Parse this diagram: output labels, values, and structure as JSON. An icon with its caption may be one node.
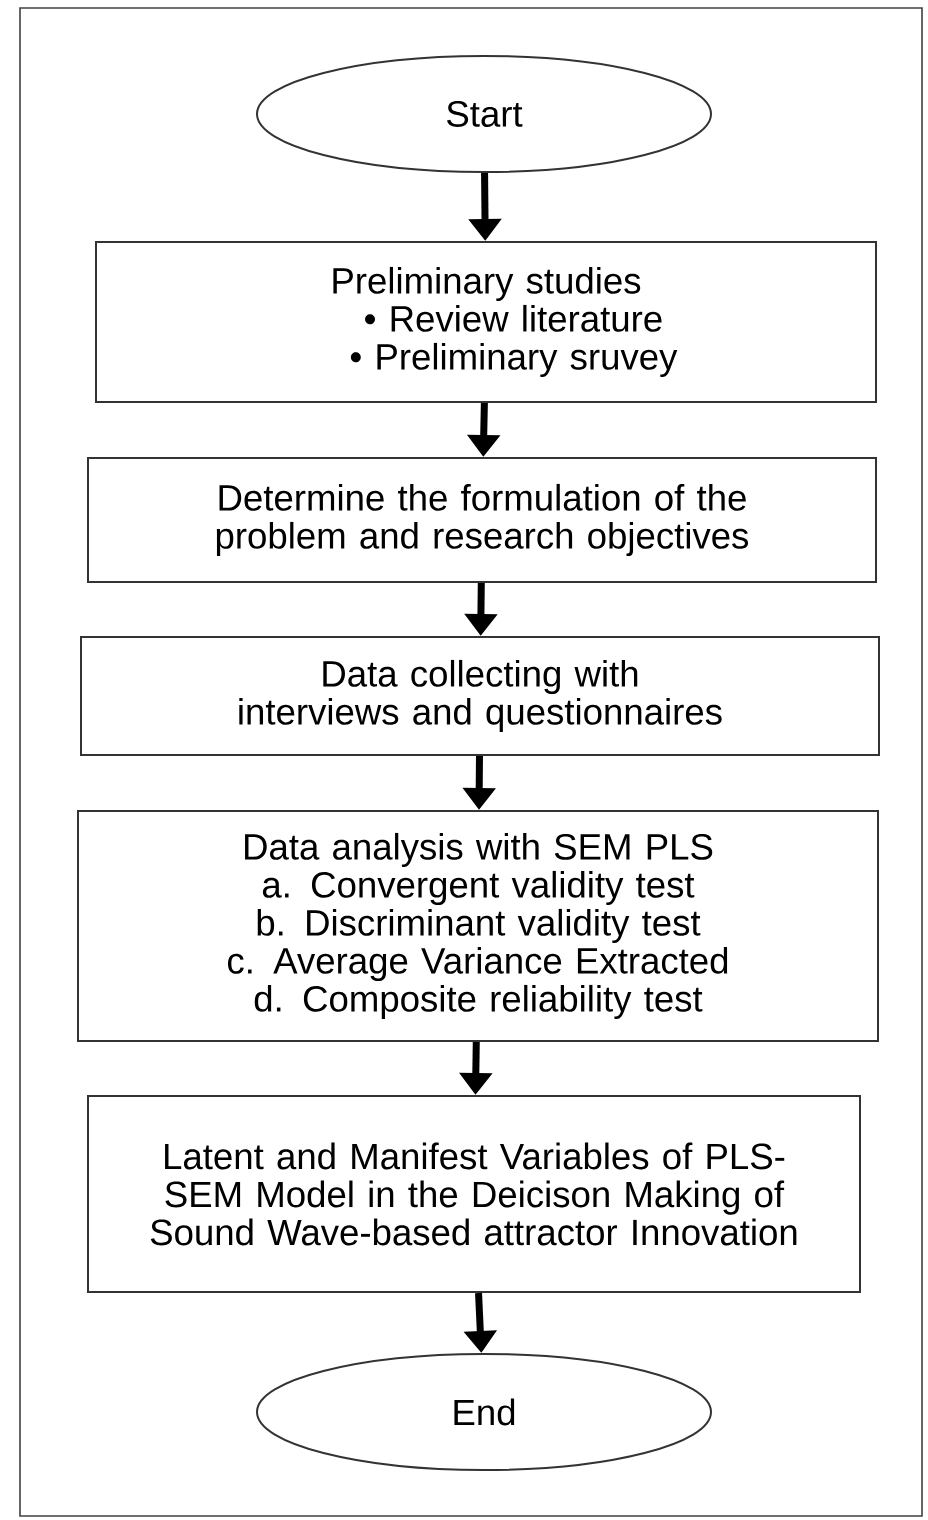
{
  "diagram": {
    "nodes": [
      {
        "text": [
          "Start"
        ]
      },
      {
        "text": [
          "Preliminary studies",
          "• Review literature",
          "• Preliminary sruvey"
        ]
      },
      {
        "text": [
          "Determine the formulation of the problem and research objectives"
        ]
      },
      {
        "text": [
          "Data collecting with interviews and questionnaires"
        ]
      },
      {
        "text": [
          "Data analysis with SEM PLS",
          "a. Convergent validity test",
          "b. Discriminant validity test",
          "c. Average Variance Extracted",
          "d. Composite reliability test"
        ]
      },
      {
        "text": [
          "Latent and Manifest Variables of PLS-SEM Model in the Deicison Making of Sound Wave-based attractor Innovation"
        ]
      },
      {
        "text": [
          "End"
        ]
      }
    ],
    "edges": [
      {
        "from": 0,
        "to": 1,
        "arrow": "to"
      },
      {
        "from": 1,
        "to": 2,
        "arrow": "to"
      },
      {
        "from": 2,
        "to": 3,
        "arrow": "to"
      },
      {
        "from": 3,
        "to": 4,
        "arrow": "to"
      },
      {
        "from": 4,
        "to": 5,
        "arrow": "to"
      },
      {
        "from": 5,
        "to": 6,
        "arrow": "to"
      }
    ]
  }
}
